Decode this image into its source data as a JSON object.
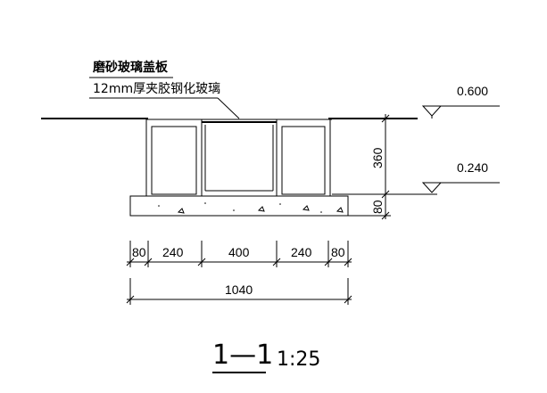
{
  "labels": {
    "cover": "磨砂玻璃盖板",
    "glass": "12mm厚夹胶钢化玻璃"
  },
  "elevations": {
    "top": "0.600",
    "bottom": "0.240"
  },
  "vertical_dims": {
    "wall_height": "360",
    "base_height": "80"
  },
  "horizontal_dims": {
    "seg_left_offset": "80",
    "seg_left_wall": "240",
    "seg_inner": "400",
    "seg_right_wall": "240",
    "seg_right_offset": "80",
    "total": "1040"
  },
  "title": {
    "section": "1—1",
    "scale": "1:25"
  }
}
